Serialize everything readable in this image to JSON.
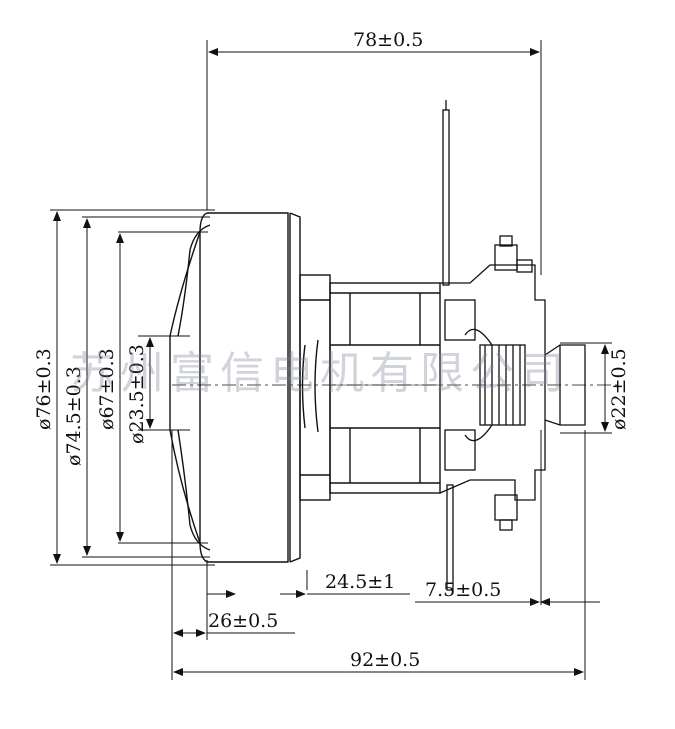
{
  "dimensions": {
    "overall_top": "78±0.5",
    "overall_bottom": "92±0.5",
    "bottom_26": "26±0.5",
    "bottom_24_5": "24.5±1",
    "right_7_5": "7.5±0.5",
    "dia_76": "ø76±0.3",
    "dia_74_5": "ø74.5±0.3",
    "dia_67": "ø67±0.3",
    "dia_23_5": "ø23.5±0.3",
    "dia_22": "ø22±0.5"
  },
  "watermark": "苏州富信电机有限公司",
  "colors": {
    "line": "#111111",
    "watermark": "#8a93a6"
  }
}
